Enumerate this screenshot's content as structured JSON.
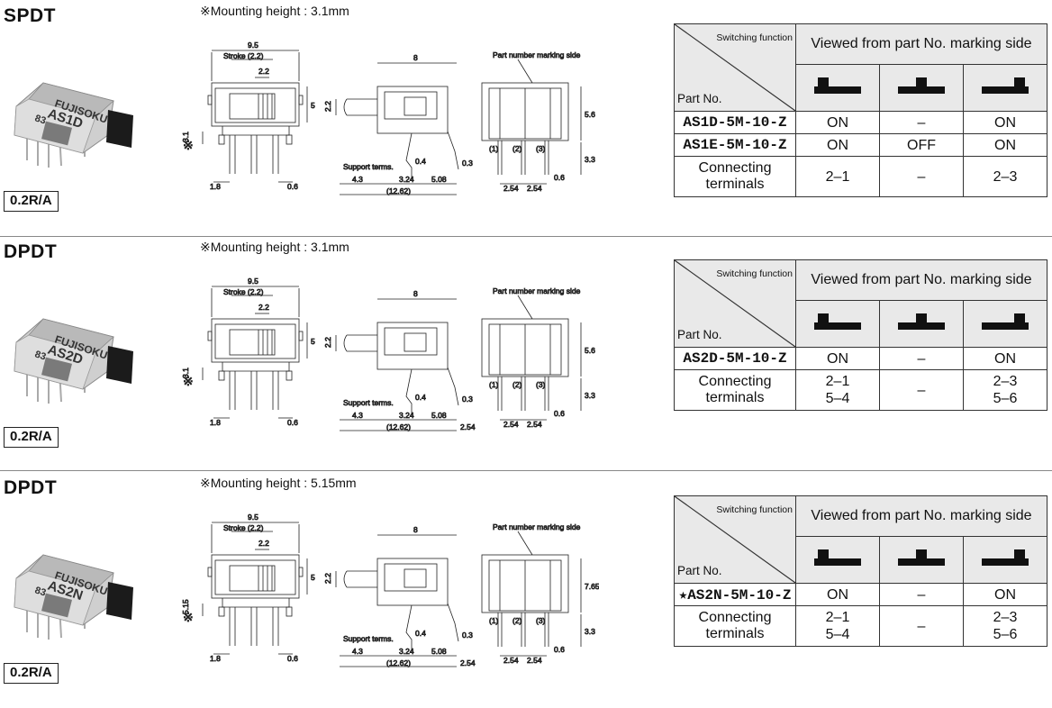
{
  "sections": [
    {
      "title": "SPDT",
      "mounting": "※Mounting height : 3.1mm",
      "rating": "0.2R/A",
      "photo_text": [
        "FUJISOKU",
        "AS1D",
        "83"
      ],
      "dims": {
        "w": "9.5",
        "stroke": "Stroke (2.2)",
        "s22": "2.2",
        "depth": "8",
        "h5": "5",
        "h56": "5.6",
        "h33": "3.3",
        "m31": "3.1",
        "d18": "1.8",
        "d06": "0.6",
        "d43": "4.3",
        "d324": "3.24",
        "d508": "5.08",
        "d1262": "(12.62)",
        "d04": "0.4",
        "d03": "0.3",
        "d254a": "2.54",
        "d254b": "2.54",
        "d06b": "0.6",
        "support": "Support terms.",
        "marking": "Part number marking side",
        "t1": "(1)",
        "t2": "(2)",
        "t3": "(3)",
        "d254c": ""
      },
      "table": {
        "switching_function": "Switching function",
        "part_no": "Part No.",
        "viewed": "Viewed from part No. marking side",
        "rows": [
          {
            "part": "AS1D-5M-10-Z",
            "v": [
              "ON",
              "–",
              "ON"
            ]
          },
          {
            "part": "AS1E-5M-10-Z",
            "v": [
              "ON",
              "OFF",
              "ON"
            ]
          }
        ],
        "connecting": "Connecting terminals",
        "conn_vals": [
          [
            "2–1"
          ],
          [
            "–"
          ],
          [
            "2–3"
          ]
        ]
      }
    },
    {
      "title": "DPDT",
      "mounting": "※Mounting height : 3.1mm",
      "rating": "0.2R/A",
      "photo_text": [
        "FUJISOKU",
        "AS2D",
        "83"
      ],
      "dims": {
        "w": "9.5",
        "stroke": "Stroke (2.2)",
        "s22": "2.2",
        "depth": "8",
        "h5": "5",
        "h56": "5.6",
        "h33": "3.3",
        "m31": "3.1",
        "d18": "1.8",
        "d06": "0.6",
        "d43": "4.3",
        "d324": "3.24",
        "d508": "5.08",
        "d1262": "(12.62)",
        "d04": "0.4",
        "d03": "0.3",
        "d254a": "2.54",
        "d254b": "2.54",
        "d06b": "0.6",
        "support": "Support terms.",
        "marking": "Part number marking side",
        "t1": "(1)",
        "t2": "(2)",
        "t3": "(3)",
        "d254c": "2.54"
      },
      "table": {
        "switching_function": "Switching function",
        "part_no": "Part No.",
        "viewed": "Viewed from part No. marking side",
        "rows": [
          {
            "part": "AS2D-5M-10-Z",
            "v": [
              "ON",
              "–",
              "ON"
            ]
          }
        ],
        "connecting": "Connecting terminals",
        "conn_vals": [
          [
            "2–1",
            "5–4"
          ],
          [
            "–"
          ],
          [
            "2–3",
            "5–6"
          ]
        ]
      }
    },
    {
      "title": "DPDT",
      "mounting": "※Mounting height : 5.15mm",
      "rating": "0.2R/A",
      "photo_text": [
        "FUJISOKU",
        "AS2N",
        "83"
      ],
      "dims": {
        "w": "9.5",
        "stroke": "Stroke (2.2)",
        "s22": "2.2",
        "depth": "8",
        "h5": "5",
        "h56": "7.65",
        "h33": "3.3",
        "m31": "5.15",
        "d18": "1.8",
        "d06": "0.6",
        "d43": "4.3",
        "d324": "3.24",
        "d508": "5.08",
        "d1262": "(12.62)",
        "d04": "0.4",
        "d03": "0.3",
        "d254a": "2.54",
        "d254b": "2.54",
        "d06b": "0.6",
        "support": "Support terms.",
        "marking": "Part number marking side",
        "t1": "(1)",
        "t2": "(2)",
        "t3": "(3)",
        "d254c": "2.54"
      },
      "table": {
        "switching_function": "Switching function",
        "part_no": "Part No.",
        "viewed": "Viewed from part No. marking side",
        "rows": [
          {
            "part": "★AS2N-5M-10-Z",
            "v": [
              "ON",
              "–",
              "ON"
            ]
          }
        ],
        "connecting": "Connecting terminals",
        "conn_vals": [
          [
            "2–1",
            "5–4"
          ],
          [
            "–"
          ],
          [
            "2–3",
            "5–6"
          ]
        ]
      }
    }
  ]
}
